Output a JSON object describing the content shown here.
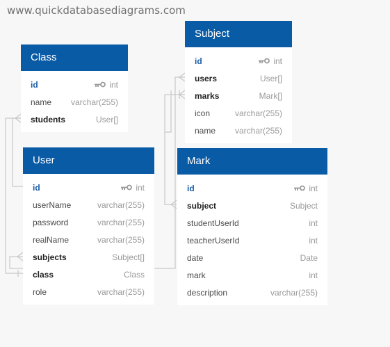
{
  "watermark": "www.quickdatabasediagrams.com",
  "colors": {
    "header": "#0a5ba6",
    "background": "#f7f7f7",
    "connector": "#c8c8c8"
  },
  "tables": {
    "class": {
      "title": "Class",
      "columns": [
        {
          "name": "id",
          "type": "int",
          "kind": "key"
        },
        {
          "name": "name",
          "type": "varchar(255)",
          "kind": "normal"
        },
        {
          "name": "students",
          "type": "User[]",
          "kind": "ref"
        }
      ]
    },
    "subject": {
      "title": "Subject",
      "columns": [
        {
          "name": "id",
          "type": "int",
          "kind": "key"
        },
        {
          "name": "users",
          "type": "User[]",
          "kind": "ref"
        },
        {
          "name": "marks",
          "type": "Mark[]",
          "kind": "ref"
        },
        {
          "name": "icon",
          "type": "varchar(255)",
          "kind": "normal"
        },
        {
          "name": "name",
          "type": "varchar(255)",
          "kind": "normal"
        }
      ]
    },
    "user": {
      "title": "User",
      "columns": [
        {
          "name": "id",
          "type": "int",
          "kind": "key"
        },
        {
          "name": "userName",
          "type": "varchar(255)",
          "kind": "normal"
        },
        {
          "name": "password",
          "type": "varchar(255)",
          "kind": "normal"
        },
        {
          "name": "realName",
          "type": "varchar(255)",
          "kind": "normal"
        },
        {
          "name": "subjects",
          "type": "Subject[]",
          "kind": "ref"
        },
        {
          "name": "class",
          "type": "Class",
          "kind": "ref"
        },
        {
          "name": "role",
          "type": "varchar(255)",
          "kind": "normal"
        }
      ]
    },
    "mark": {
      "title": "Mark",
      "columns": [
        {
          "name": "id",
          "type": "int",
          "kind": "key"
        },
        {
          "name": "subject",
          "type": "Subject",
          "kind": "ref"
        },
        {
          "name": "studentUserId",
          "type": "int",
          "kind": "normal"
        },
        {
          "name": "teacherUserId",
          "type": "int",
          "kind": "normal"
        },
        {
          "name": "date",
          "type": "Date",
          "kind": "normal"
        },
        {
          "name": "mark",
          "type": "int",
          "kind": "normal"
        },
        {
          "name": "description",
          "type": "varchar(255)",
          "kind": "normal"
        }
      ]
    }
  }
}
